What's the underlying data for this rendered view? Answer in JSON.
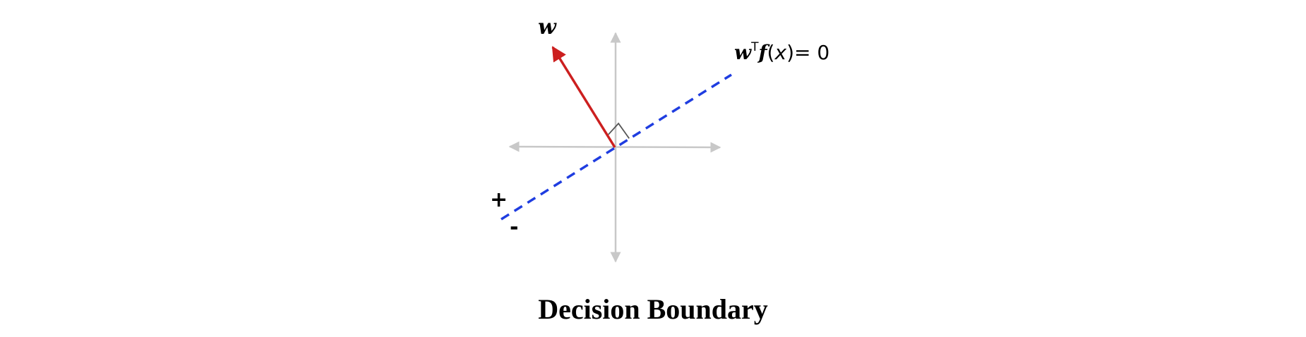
{
  "diagram": {
    "vector_label": "w",
    "boundary_eq": {
      "w": "w",
      "sup": "T",
      "f": "f",
      "open": "(",
      "x": "x",
      "rest": ")= 0"
    },
    "plus_sign": "+",
    "minus_sign": "-",
    "title": "Decision Boundary"
  },
  "colors": {
    "axis": "#c8c8c8",
    "weight_vector": "#cc1f1f",
    "boundary_line": "#1f3de0",
    "right_angle": "#555555"
  }
}
